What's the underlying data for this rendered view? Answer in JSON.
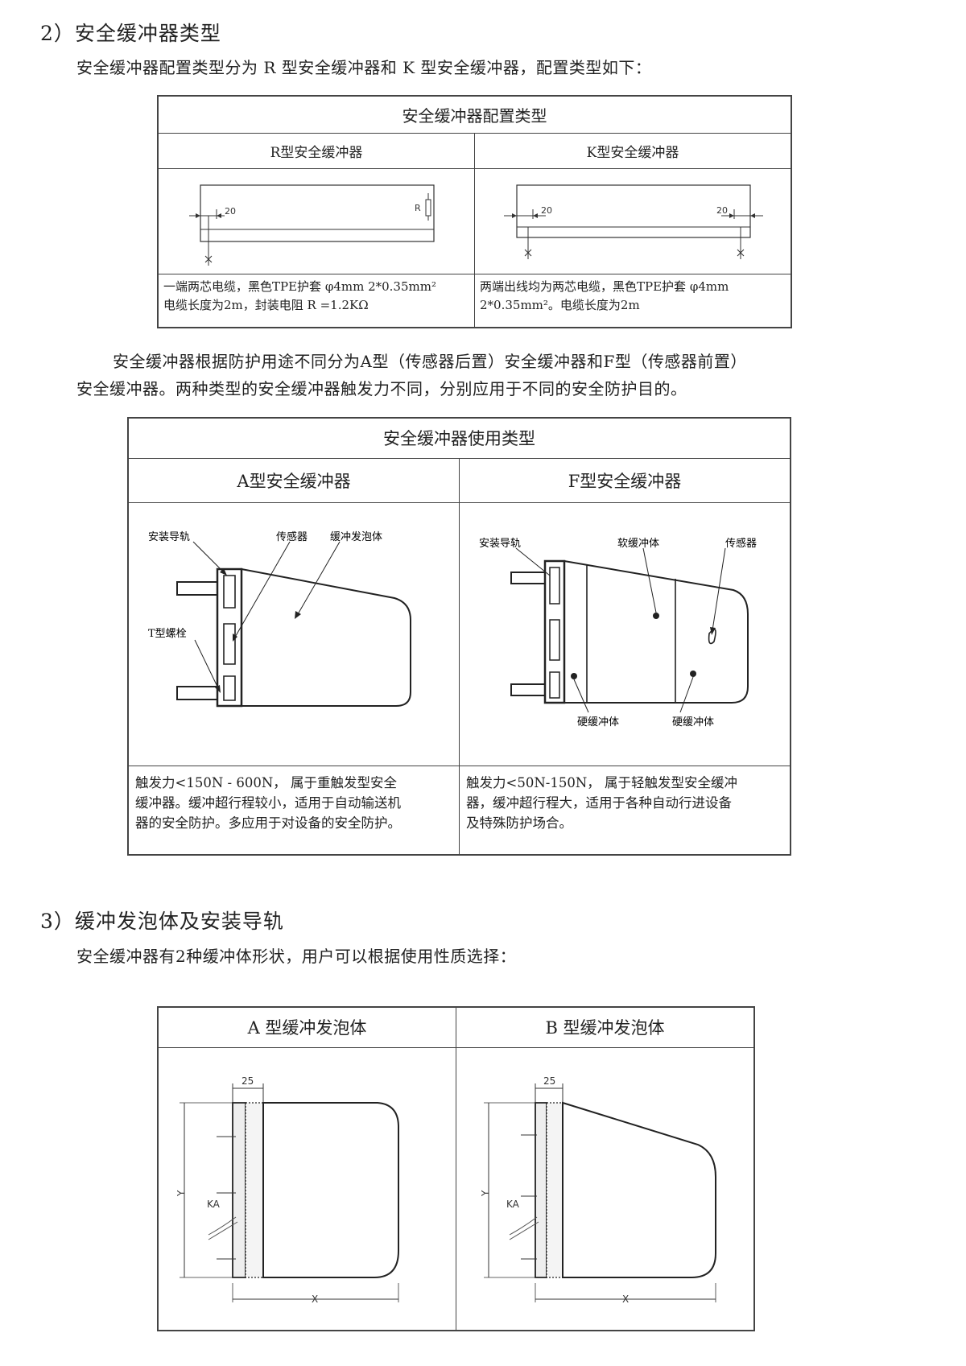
{
  "section2": {
    "heading": "2）安全缓冲器类型",
    "intro": "安全缓冲器配置类型分为 R 型安全缓冲器和 K 型安全缓冲器，配置类型如下：",
    "config_table": {
      "title": "安全缓冲器配置类型",
      "col_r": "R型安全缓冲器",
      "col_k": "K型安全缓冲器",
      "dim_r": "20",
      "resistor_label": "R",
      "dim_k_left": "20",
      "dim_k_right": "20",
      "desc_r_line1": "一端两芯电缆，黑色TPE护套 φ4mm 2*0.35mm²",
      "desc_r_line2": "电缆长度为2m，封装电阻 R =1.2KΩ",
      "desc_k_line1": "两端出线均为两芯电缆，黑色TPE护套 φ4mm",
      "desc_k_line2": "2*0.35mm²。电缆长度为2m"
    },
    "usage_intro_line1": "安全缓冲器根据防护用途不同分为A型（传感器后置）安全缓冲器和F型（传感器前置）",
    "usage_intro_line2": "安全缓冲器。两种类型的安全缓冲器触发力不同，分别应用于不同的安全防护目的。",
    "usage_table": {
      "title": "安全缓冲器使用类型",
      "col_a": "A型安全缓冲器",
      "col_f": "F型安全缓冲器",
      "a_labels": {
        "rail": "安装导轨",
        "sensor": "传感器",
        "foam": "缓冲发泡体",
        "bolt": "T型螺栓"
      },
      "f_labels": {
        "rail": "安装导轨",
        "soft": "软缓冲体",
        "sensor": "传感器",
        "hard1": "硬缓冲体",
        "hard2": "硬缓冲体"
      },
      "desc_a_line1": "触发力<150N - 600N， 属于重触发型安全",
      "desc_a_line2": "缓冲器。缓冲超行程较小，适用于自动输送机",
      "desc_a_line3": "器的安全防护。多应用于对设备的安全防护。",
      "desc_f_line1": "触发力<50N-150N， 属于轻触发型安全缓冲",
      "desc_f_line2": "器，缓冲超行程大，适用于各种自动行进设备",
      "desc_f_line3": "及特殊防护场合。"
    }
  },
  "section3": {
    "heading": "3）缓冲发泡体及安装导轨",
    "intro": "安全缓冲器有2种缓冲体形状，用户可以根据使用性质选择：",
    "foam_table": {
      "col_a": "A 型缓冲发泡体",
      "col_b": "B 型缓冲发泡体",
      "dim_25": "25",
      "dim_y": "Y",
      "dim_x": "X",
      "ka": "KA"
    }
  }
}
